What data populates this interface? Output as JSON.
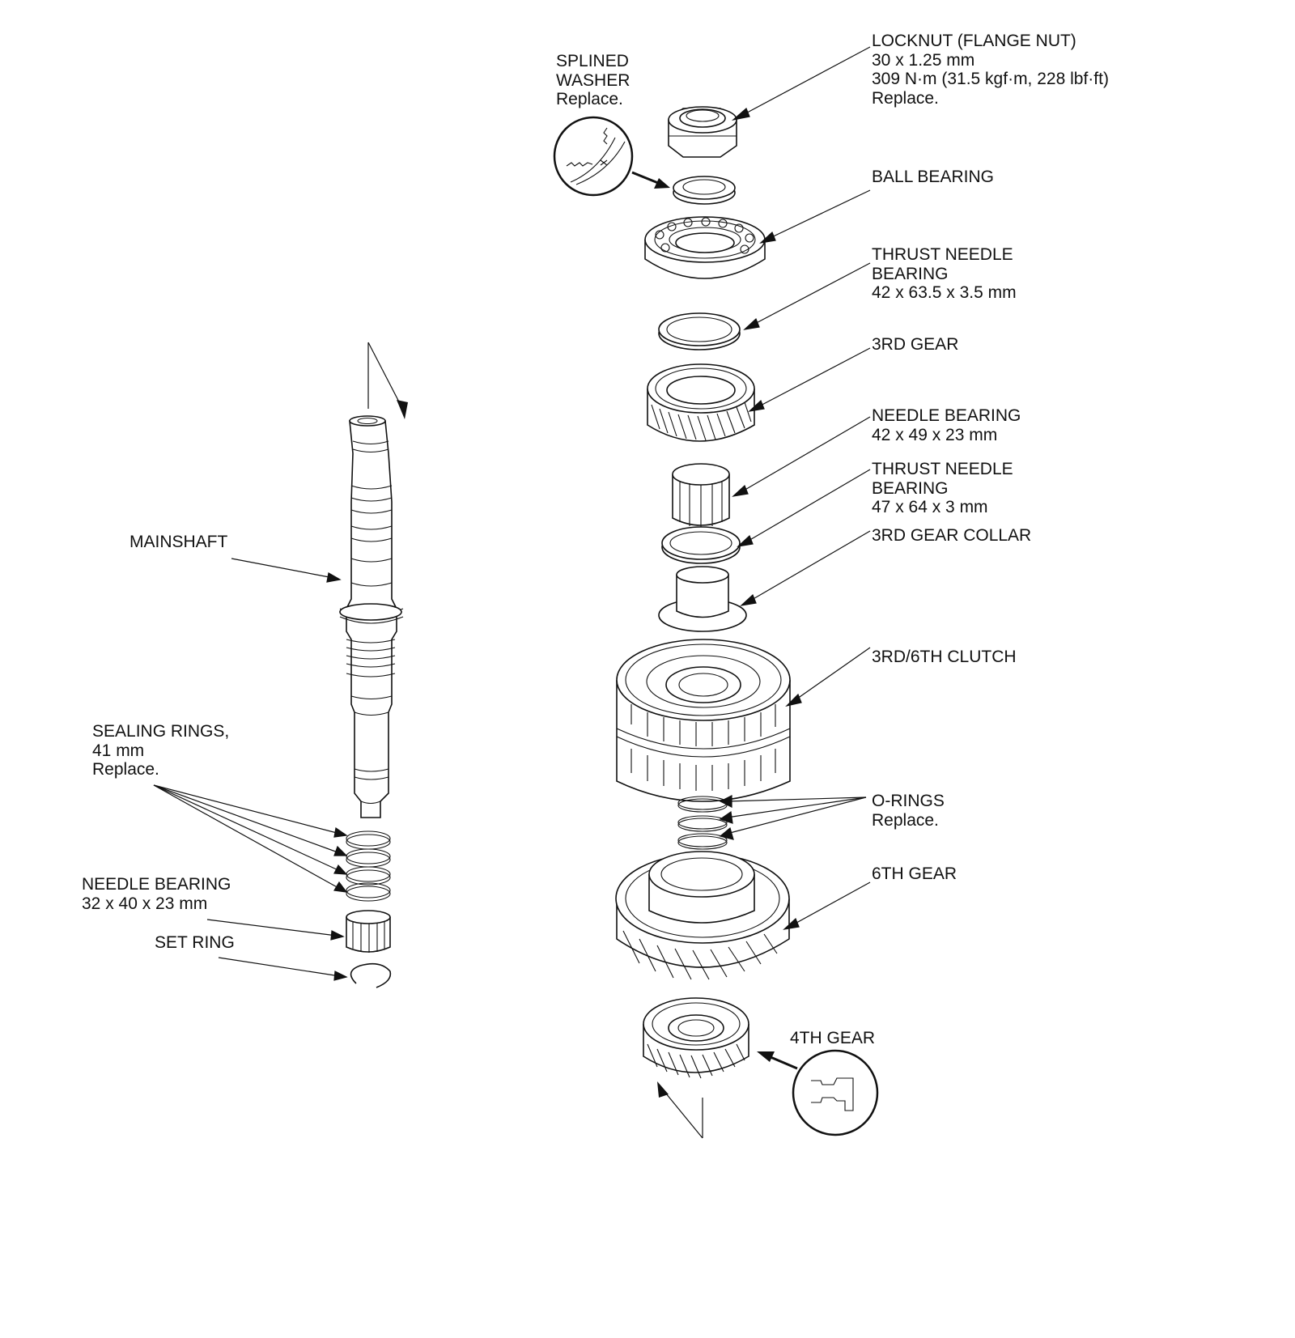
{
  "labels": {
    "splined_washer": [
      "SPLINED",
      "WASHER",
      "Replace."
    ],
    "locknut": [
      "LOCKNUT (FLANGE NUT)",
      "30 x 1.25 mm",
      "309 N·m (31.5 kgf·m, 228 lbf·ft)",
      "Replace."
    ],
    "ball_bearing": [
      "BALL BEARING"
    ],
    "thrust_needle_bearing_1": [
      "THRUST NEEDLE",
      "BEARING",
      "42 x 63.5 x 3.5 mm"
    ],
    "gear_3rd": [
      "3RD GEAR"
    ],
    "needle_bearing_42": [
      "NEEDLE BEARING",
      "42 x 49 x 23 mm"
    ],
    "thrust_needle_bearing_2": [
      "THRUST NEEDLE",
      "BEARING",
      "47 x 64 x 3 mm"
    ],
    "gear_3rd_collar": [
      "3RD GEAR COLLAR"
    ],
    "clutch_3rd_6th": [
      "3RD/6TH CLUTCH"
    ],
    "o_rings": [
      "O-RINGS",
      "Replace."
    ],
    "gear_6th": [
      "6TH GEAR"
    ],
    "gear_4th": [
      "4TH GEAR"
    ],
    "mainshaft": [
      "MAINSHAFT"
    ],
    "sealing_rings": [
      "SEALING RINGS,",
      "41 mm",
      "Replace."
    ],
    "needle_bearing_32": [
      "NEEDLE BEARING",
      "32 x 40 x 23 mm"
    ],
    "set_ring": [
      "SET RING"
    ]
  }
}
